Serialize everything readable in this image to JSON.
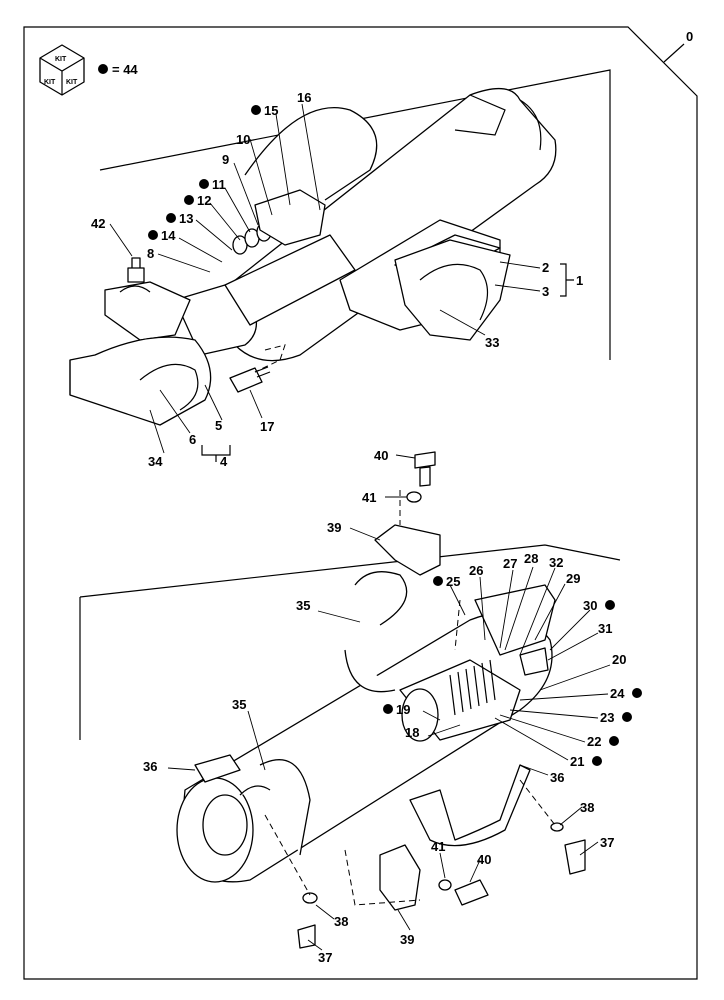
{
  "page_number": "0",
  "kit_badge": {
    "top": "KIT",
    "left": "KIT",
    "right": "KIT"
  },
  "kit_note": "= 44",
  "callouts": [
    {
      "id": "c15",
      "text": "15",
      "kit": true
    },
    {
      "id": "c16",
      "text": "16",
      "kit": false
    },
    {
      "id": "c10",
      "text": "10",
      "kit": false
    },
    {
      "id": "c9",
      "text": "9",
      "kit": false
    },
    {
      "id": "c11",
      "text": "11",
      "kit": true
    },
    {
      "id": "c12",
      "text": "12",
      "kit": true
    },
    {
      "id": "c13",
      "text": "13",
      "kit": true
    },
    {
      "id": "c14",
      "text": "14",
      "kit": true
    },
    {
      "id": "c42",
      "text": "42",
      "kit": false
    },
    {
      "id": "c8",
      "text": "8",
      "kit": false
    },
    {
      "id": "c2",
      "text": "2",
      "kit": false
    },
    {
      "id": "c3",
      "text": "3",
      "kit": false
    },
    {
      "id": "c1",
      "text": "1",
      "kit": false
    },
    {
      "id": "c33",
      "text": "33",
      "kit": false
    },
    {
      "id": "c17",
      "text": "17",
      "kit": false
    },
    {
      "id": "c5",
      "text": "5",
      "kit": false
    },
    {
      "id": "c6",
      "text": "6",
      "kit": false
    },
    {
      "id": "c4",
      "text": "4",
      "kit": false
    },
    {
      "id": "c34",
      "text": "34",
      "kit": false
    },
    {
      "id": "c40a",
      "text": "40",
      "kit": false
    },
    {
      "id": "c41a",
      "text": "41",
      "kit": false
    },
    {
      "id": "c39a",
      "text": "39",
      "kit": false
    },
    {
      "id": "c25",
      "text": "25",
      "kit": true
    },
    {
      "id": "c26",
      "text": "26",
      "kit": false
    },
    {
      "id": "c27",
      "text": "27",
      "kit": false
    },
    {
      "id": "c28",
      "text": "28",
      "kit": false
    },
    {
      "id": "c32",
      "text": "32",
      "kit": false
    },
    {
      "id": "c29",
      "text": "29",
      "kit": false
    },
    {
      "id": "c30",
      "text": "30",
      "kit": true
    },
    {
      "id": "c31",
      "text": "31",
      "kit": false
    },
    {
      "id": "c20",
      "text": "20",
      "kit": false
    },
    {
      "id": "c24",
      "text": "24",
      "kit": true
    },
    {
      "id": "c23",
      "text": "23",
      "kit": true
    },
    {
      "id": "c22",
      "text": "22",
      "kit": true
    },
    {
      "id": "c21",
      "text": "21",
      "kit": true
    },
    {
      "id": "c19",
      "text": "19",
      "kit": true
    },
    {
      "id": "c18",
      "text": "18",
      "kit": false
    },
    {
      "id": "c35a",
      "text": "35",
      "kit": false
    },
    {
      "id": "c35b",
      "text": "35",
      "kit": false
    },
    {
      "id": "c36a",
      "text": "36",
      "kit": false
    },
    {
      "id": "c36b",
      "text": "36",
      "kit": false
    },
    {
      "id": "c38a",
      "text": "38",
      "kit": false
    },
    {
      "id": "c37a",
      "text": "37",
      "kit": false
    },
    {
      "id": "c41b",
      "text": "41",
      "kit": false
    },
    {
      "id": "c40b",
      "text": "40",
      "kit": false
    },
    {
      "id": "c38b",
      "text": "38",
      "kit": false
    },
    {
      "id": "c37b",
      "text": "37",
      "kit": false
    },
    {
      "id": "c39b",
      "text": "39",
      "kit": false
    }
  ]
}
